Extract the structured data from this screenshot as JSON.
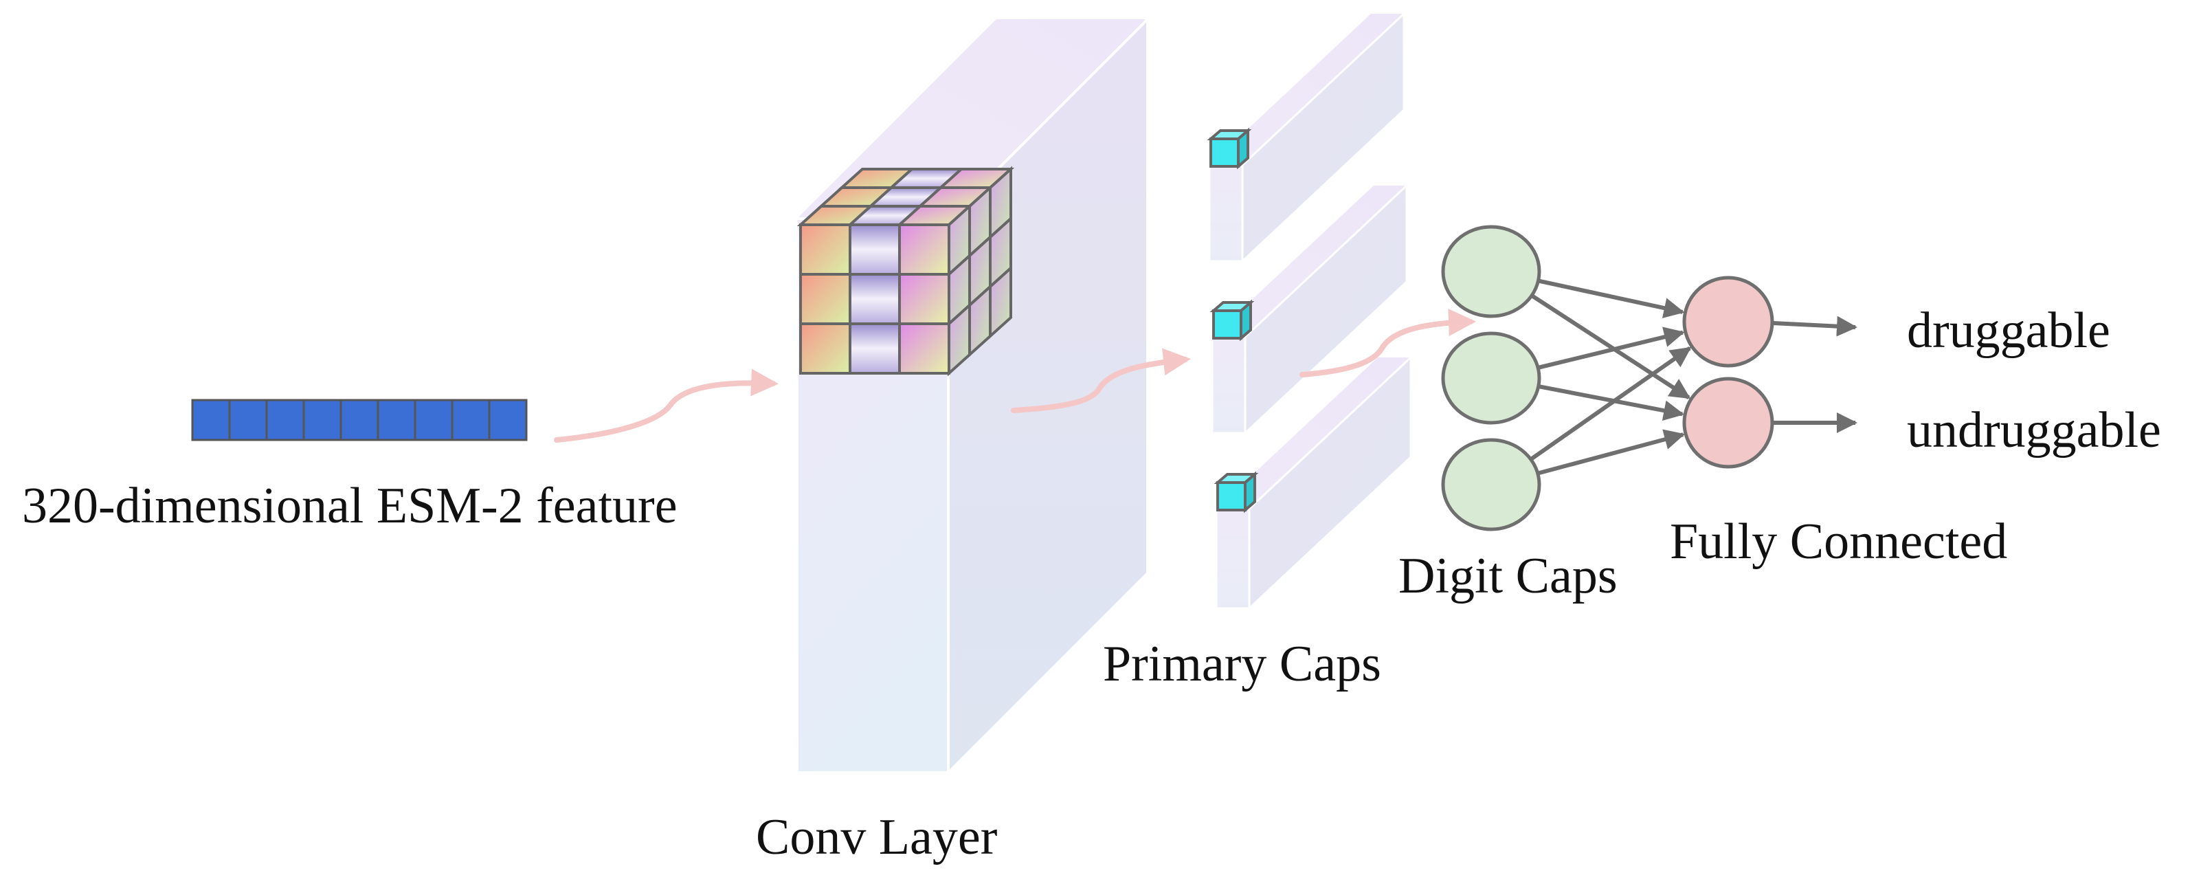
{
  "labels": {
    "input": "320-dimensional ESM-2 feature",
    "conv": "Conv Layer",
    "primary": "Primary Caps",
    "digit": "Digit Caps",
    "fc": "Fully Connected",
    "out1": "druggable",
    "out2": "undruggable"
  },
  "colors": {
    "input_cell": "#3b6fd6",
    "cube_edge": "#666666",
    "capsule_cube": "#40e8f0",
    "digit_node": "#d8ead4",
    "fc_node": "#f3c8c8",
    "flow_arrow": "#f5c6c6",
    "connection": "#6f6f6f"
  },
  "structure": {
    "input_cells": 9,
    "conv_kernel": "3x3x3",
    "primary_caps": 3,
    "digit_caps": 3,
    "fc_nodes": 2
  }
}
